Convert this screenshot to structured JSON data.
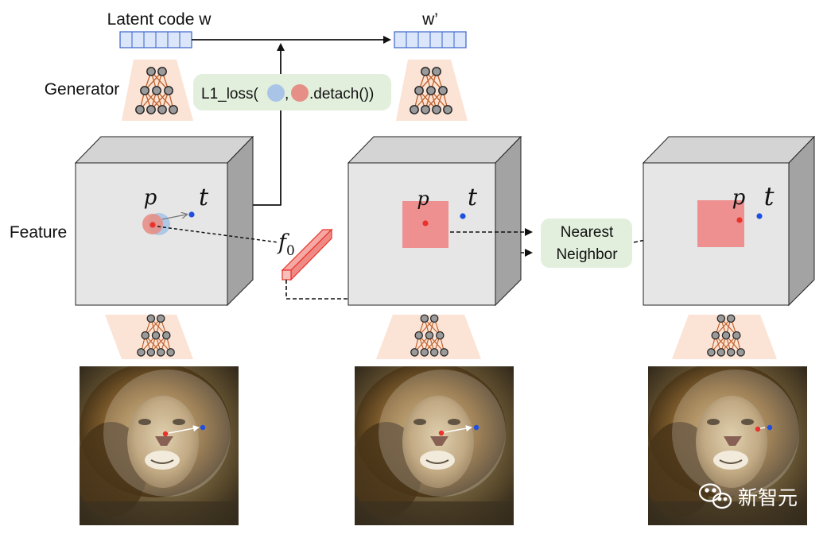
{
  "labels": {
    "latent_code": "Latent code w",
    "w_prime": "w’",
    "generator": "Generator",
    "feature": "Feature",
    "loss_prefix": "L1_loss(",
    "loss_comma": ",",
    "loss_suffix": ".detach())",
    "nearest_line1": "Nearest",
    "nearest_line2": "Neighbor",
    "watermark": "新智元"
  },
  "math": {
    "p": "p",
    "t": "t",
    "f": "f",
    "f_sub": "0"
  },
  "icons": {
    "network": "neural-network-icon",
    "wechat": "wechat-icon"
  },
  "colors": {
    "latent_fill": "#dbe6fa",
    "latent_stroke": "#3a62c9",
    "generator_bg": "#fbe3d5",
    "network_edge": "#c0602a",
    "node_fill": "#9a9a9a",
    "cube_front": "#e6e6e6",
    "cube_top": "#d4d4d4",
    "cube_side": "#a3a3a3",
    "point_red": "#e8322b",
    "point_blue": "#1f4fe0",
    "patch_red": "#f08080",
    "callout_bg": "#e2efdc",
    "circle_blue": "#a9c4e6",
    "circle_red": "#e58f87"
  }
}
